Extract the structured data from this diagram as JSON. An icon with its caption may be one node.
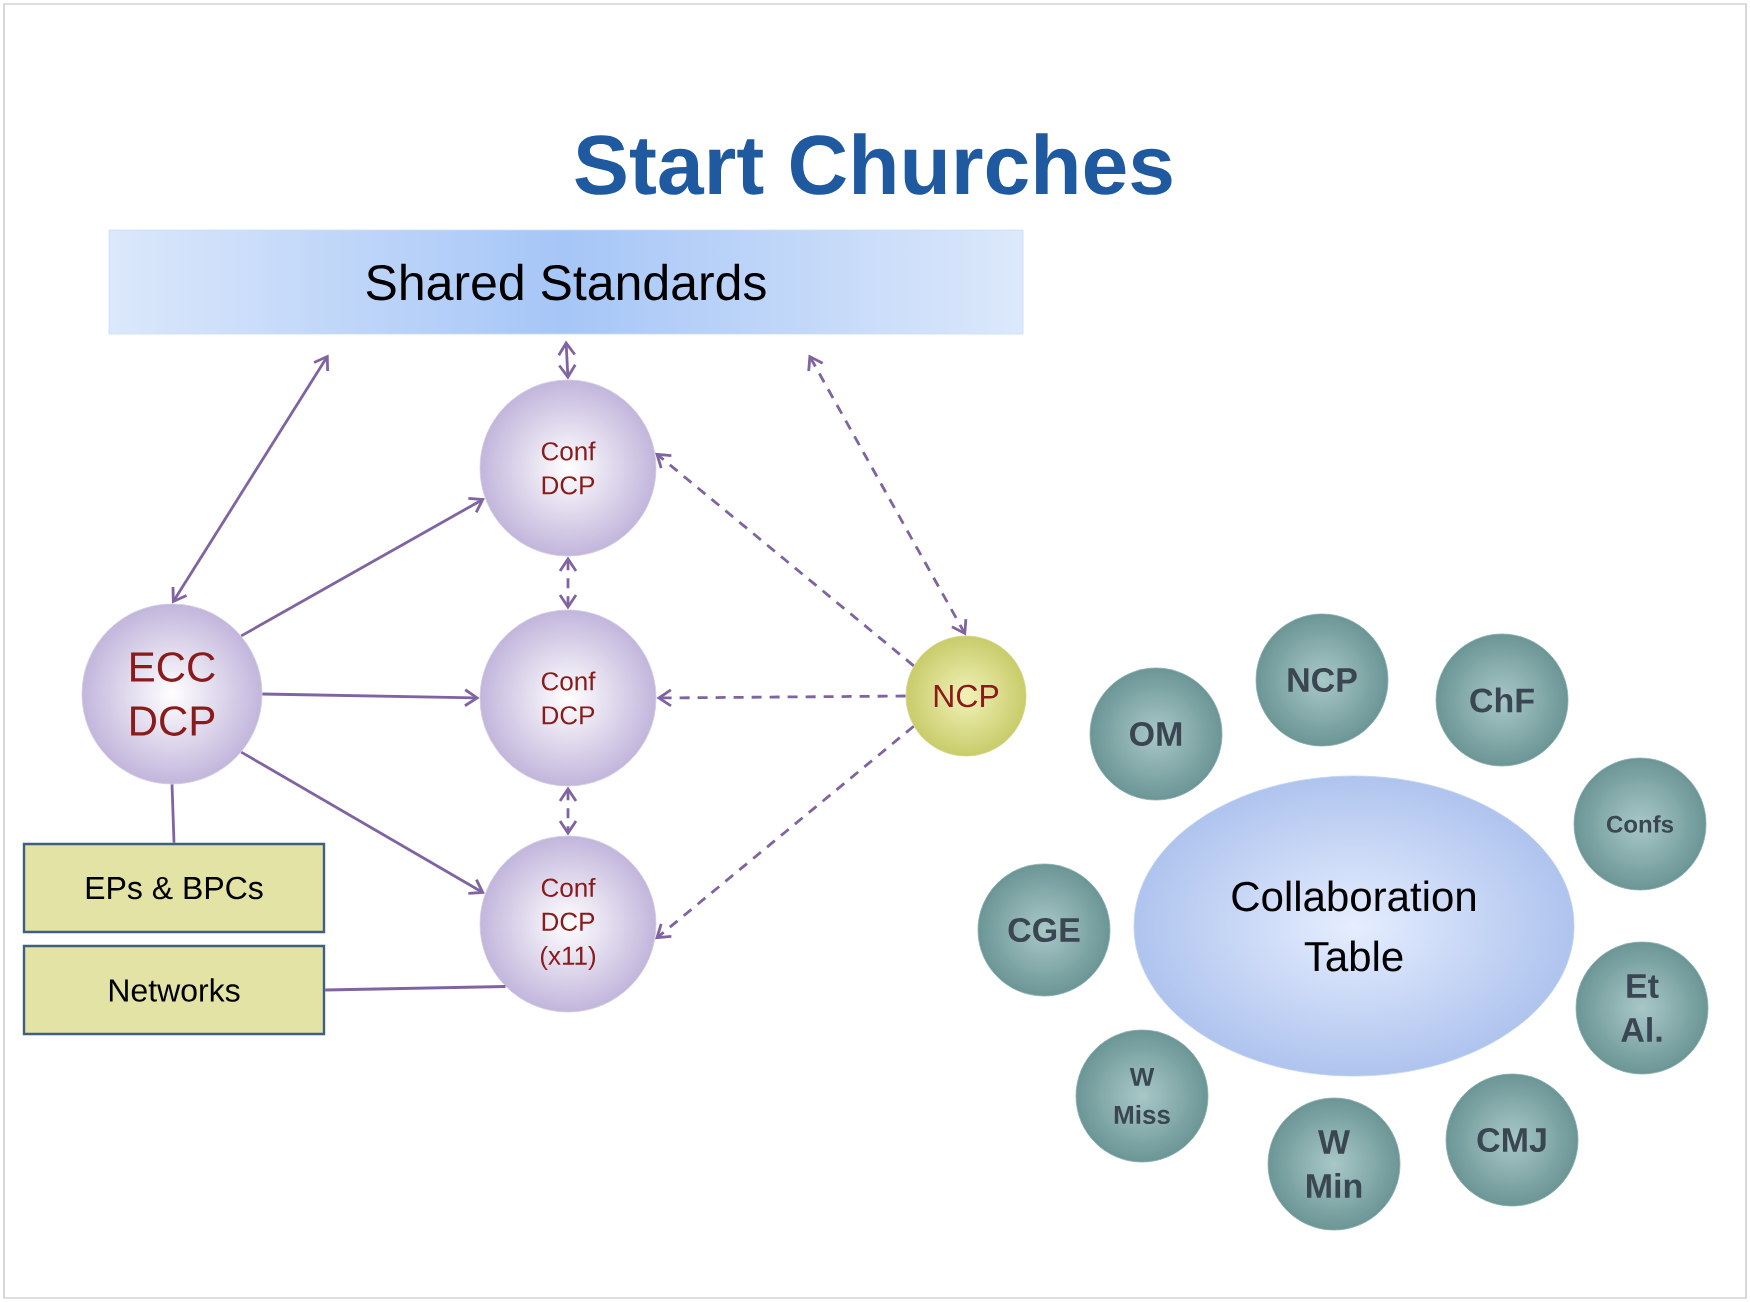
{
  "diagram": {
    "title": "Start Churches",
    "nodes": [
      {
        "text": [
          "Shared Standards"
        ]
      },
      {
        "text": [
          "ECC DCP"
        ]
      },
      {
        "text": [
          "Conf DCP"
        ]
      },
      {
        "text": [
          "Conf DCP"
        ]
      },
      {
        "text": [
          "Conf DCP (x11)"
        ]
      },
      {
        "text": [
          "NCP"
        ]
      },
      {
        "text": [
          "EPs & BPCs"
        ]
      },
      {
        "text": [
          "Networks"
        ]
      },
      {
        "text": [
          "Collaboration Table"
        ]
      },
      {
        "text": [
          "OM"
        ]
      },
      {
        "text": [
          "NCP"
        ]
      },
      {
        "text": [
          "ChF"
        ]
      },
      {
        "text": [
          "Confs"
        ]
      },
      {
        "text": [
          "CGE"
        ]
      },
      {
        "text": [
          "Et Al."
        ]
      },
      {
        "text": [
          "W Miss"
        ]
      },
      {
        "text": [
          "CMJ"
        ]
      },
      {
        "text": [
          "W Min"
        ]
      }
    ],
    "edges": [
      {
        "from": 0,
        "to": 1,
        "arrow": "both"
      },
      {
        "from": 1,
        "to": 2,
        "arrow": "to"
      },
      {
        "from": 1,
        "to": 3,
        "arrow": "to"
      },
      {
        "from": 1,
        "to": 4,
        "arrow": "to"
      },
      {
        "from": 0,
        "to": 2,
        "arrow": "both"
      },
      {
        "from": 2,
        "to": 3,
        "arrow": "both",
        "style": "dashed"
      },
      {
        "from": 3,
        "to": 4,
        "arrow": "both",
        "style": "dashed"
      },
      {
        "from": 5,
        "to": 2,
        "arrow": "to",
        "style": "dashed"
      },
      {
        "from": 5,
        "to": 3,
        "arrow": "to",
        "style": "dashed"
      },
      {
        "from": 5,
        "to": 4,
        "arrow": "to",
        "style": "dashed"
      },
      {
        "from": 0,
        "to": 5,
        "arrow": "both",
        "style": "dashed"
      },
      {
        "from": 1,
        "to": 6,
        "arrow": "none"
      },
      {
        "from": 7,
        "to": 4,
        "arrow": "none"
      }
    ]
  }
}
